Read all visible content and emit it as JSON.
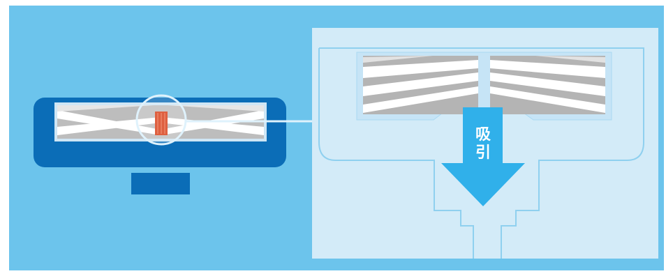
{
  "diagram": {
    "suction_label_line1": "吸",
    "suction_label_line2": "引"
  },
  "colors": {
    "background": "#6cc4ec",
    "panel": "#d3ebf8",
    "panel_stroke": "#8fd0ef",
    "device_body": "#0b6db7",
    "brush_gray": "#b4b4b4",
    "brush_white": "#ffffff",
    "arrow": "#30b0ea",
    "hair_red": "#d73e16"
  },
  "icons": [
    "brush-bar",
    "magnifier-circle",
    "tangled-hair",
    "suction-arrow"
  ]
}
